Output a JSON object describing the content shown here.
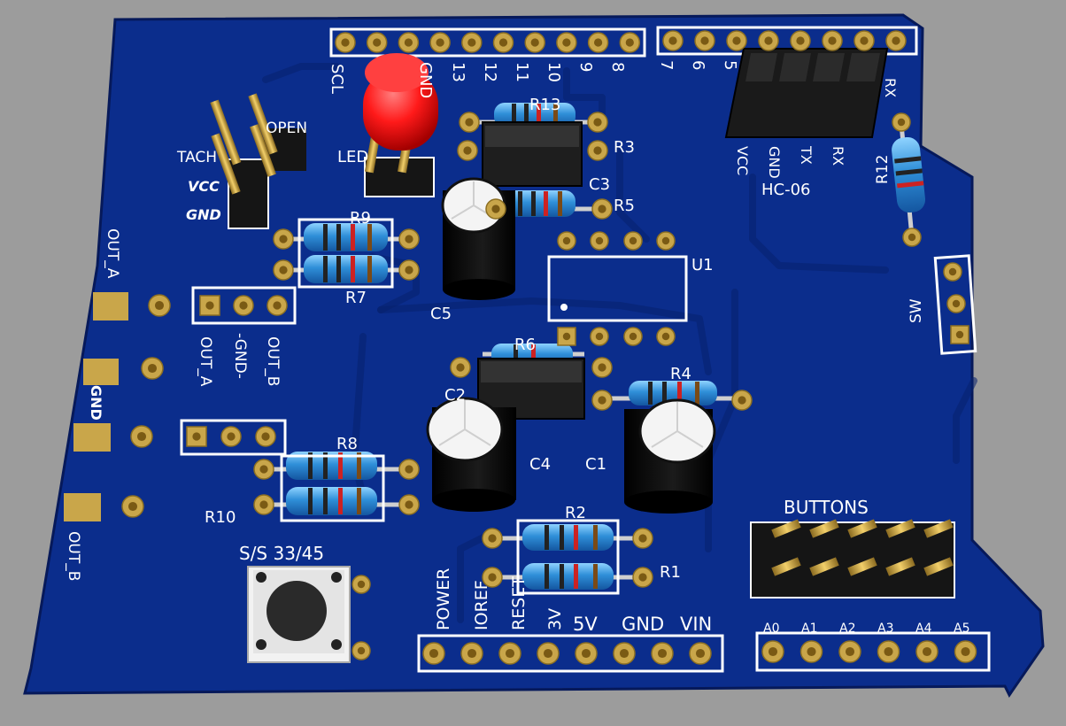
{
  "colors": {
    "background": "#9c9c9c",
    "board": "#0b2d8c",
    "silkscreen": "#ffffff",
    "pad": "#c9a64a",
    "led": "#ff1a1a",
    "header_pins": "#d8b24a"
  },
  "labels": {
    "scl": "SCL",
    "gnd_top": "GND",
    "d13": "13",
    "d12": "12",
    "d11": "11",
    "d10": "10",
    "d9": "9",
    "d8": "8",
    "d7": "7",
    "d6": "6",
    "d5": "5",
    "rx_top": "RX",
    "open": "OPEN",
    "tach": "TACH",
    "vcc_left": "VCC",
    "gnd_left": "GND",
    "led": "LED",
    "r13": "R13",
    "r3": "R3",
    "c3": "C3",
    "r5": "R5",
    "hc_vcc": "VCC",
    "hc_gnd": "GND",
    "hc_tx": "TX",
    "hc_rx": "RX",
    "hc06": "HC-06",
    "r12": "R12",
    "r9": "R9",
    "r7": "R7",
    "c5": "C5",
    "u1": "U1",
    "out_a_side": "OUT_A",
    "sw": "SW",
    "out_a": "OUT_A",
    "gnd_mid": "-GND-",
    "out_b": "OUT_B",
    "r6": "R6",
    "c2": "C2",
    "r4": "R4",
    "gnd_side": "GND",
    "r8": "R8",
    "c4": "C4",
    "c1": "C1",
    "r10": "R10",
    "out_b_side": "OUT_B",
    "r2": "R2",
    "r1": "R1",
    "buttons": "BUTTONS",
    "ss": "S/S 33/45",
    "power": "POWER",
    "ioref": "IOREF",
    "reset": "RESET",
    "v3": "3V",
    "v5": "5V",
    "gnd_bottom": "GND",
    "vin": "VIN",
    "a0": "A0",
    "a1": "A1",
    "a2": "A2",
    "a3": "A3",
    "a4": "A4",
    "a5": "A5"
  }
}
